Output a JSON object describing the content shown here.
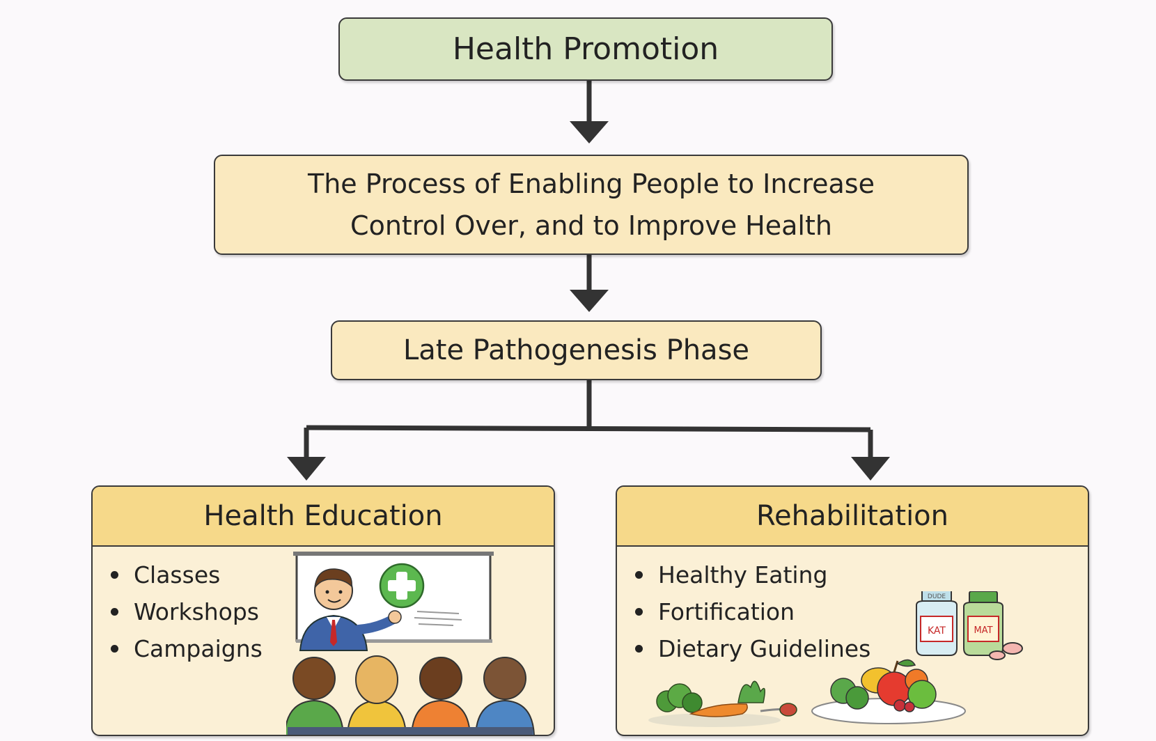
{
  "top": {
    "title": "Health Promotion"
  },
  "definition": {
    "line1": "The Process of Enabling People to Increase",
    "line2": "Control Over, and to Improve Health"
  },
  "phase": {
    "title": "Late Pathogenesis Phase"
  },
  "education": {
    "title": "Health Education",
    "items": [
      "Classes",
      "Workshops",
      "Campaigns"
    ]
  },
  "rehabilitation": {
    "title": "Rehabilitation",
    "items": [
      "Healthy Eating",
      "Fortification",
      "Dietary Guidelines"
    ],
    "bottle_labels": [
      "KAT",
      "MAT"
    ],
    "bottle_caps": [
      "DUDE",
      ""
    ]
  },
  "colors": {
    "top_box": "#d9e6c2",
    "mid_box": "#fae9bf",
    "panel_head": "#f6d98a",
    "panel_body": "#fbf0d6",
    "arrow": "#333333"
  }
}
